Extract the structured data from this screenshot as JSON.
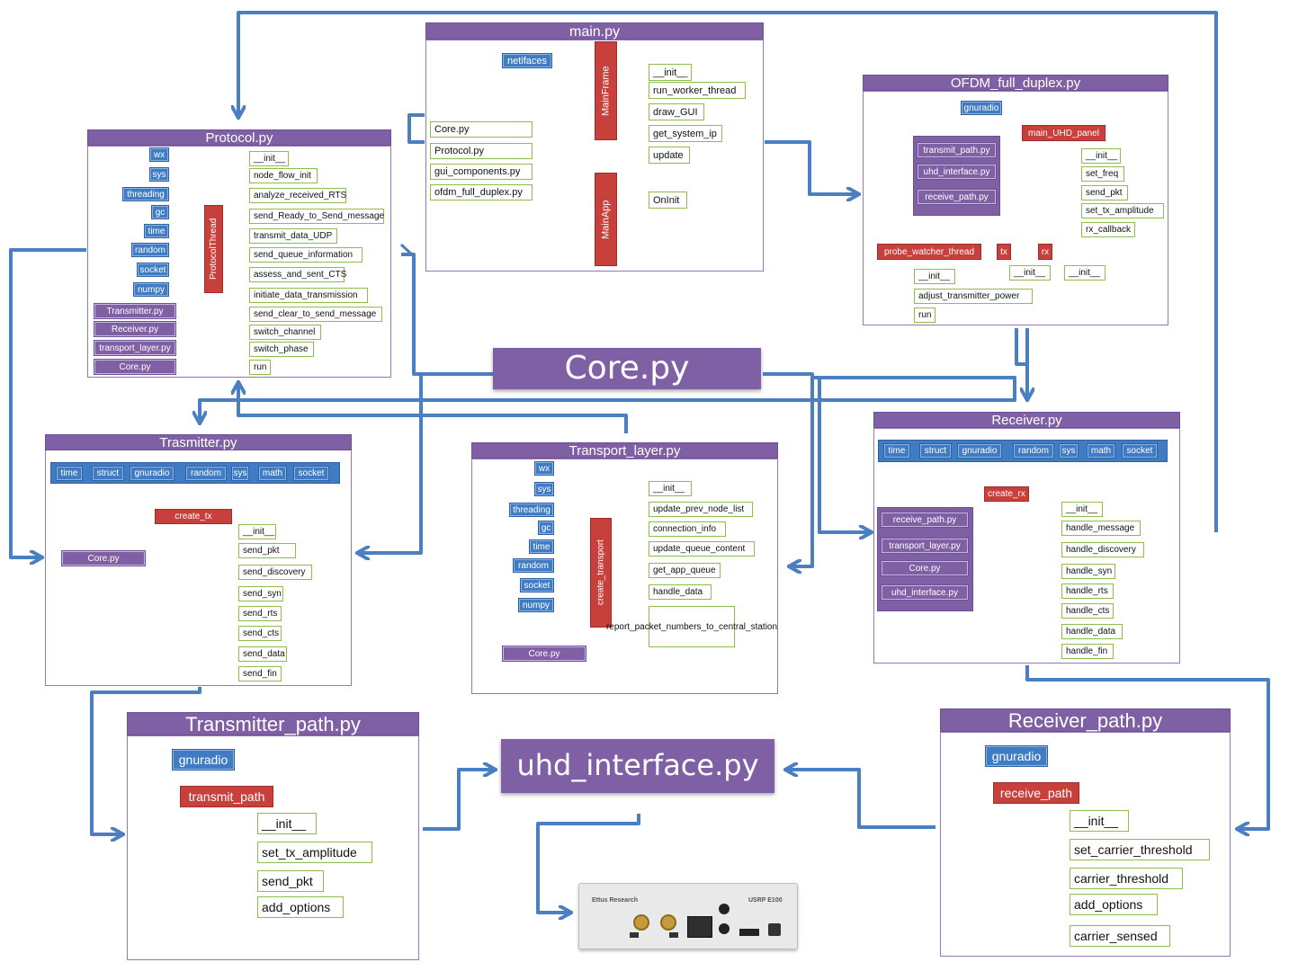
{
  "colors": {
    "arrow_blue": "#4a7fc1",
    "line_red": "#c8403c",
    "line_purple": "#6f4a8e",
    "line_lightblue": "#5fb0dc",
    "module_blue": "#3f7cc4",
    "dep_purple": "#8060a4",
    "class_red": "#c8403c",
    "func_green_border": "#8fbd4c"
  },
  "main": {
    "title": "main.py",
    "netifaces": "netifaces",
    "deps": [
      "Core.py",
      "Protocol.py",
      "gui_components.py",
      "ofdm_full_duplex.py"
    ],
    "mainframe": "MainFrame",
    "mainframe_funcs": [
      "__init__",
      "run_worker_thread",
      "draw_GUI",
      "get_system_ip",
      "update"
    ],
    "mainapp": "MainApp",
    "mainapp_funcs": [
      "OnInit"
    ]
  },
  "protocol": {
    "title": "Protocol.py",
    "modules": [
      "wx",
      "sys",
      "threading",
      "gc",
      "time",
      "random",
      "socket",
      "numpy"
    ],
    "deps": [
      "Transmitter.py",
      "Receiver.py",
      "transport_layer.py",
      "Core.py"
    ],
    "class": "ProtocolThread",
    "funcs": [
      "__init__",
      "node_flow_init",
      "analyze_received_RTS",
      "send_Ready_to_Send_message",
      "transmit_data_UDP",
      "send_queue_information",
      "assess_and_sent_CTS",
      "initiate_data_transmission",
      "send_clear_to_send_message",
      "switch_channel",
      "switch_phase",
      "run"
    ]
  },
  "ofdm": {
    "title": "OFDM_full_duplex.py",
    "gnuradio": "gnuradio",
    "deps": [
      "transmit_path.py",
      "uhd_interface.py",
      "receive_path.py"
    ],
    "panel": "main_UHD_panel",
    "panel_funcs": [
      "__init__",
      "set_freq",
      "send_pkt",
      "set_tx_amplitude",
      "rx_callback"
    ],
    "probe": "probe_watcher_thread",
    "probe_funcs": [
      "__init__",
      "adjust_transmitter_power",
      "run"
    ],
    "tx": "tx",
    "rx": "rx",
    "tx_init": "__init__",
    "rx_init": "__init__"
  },
  "core": {
    "title": "Core.py"
  },
  "transmitter": {
    "title": "Trasmitter.py",
    "modules": [
      "time",
      "struct",
      "gnuradio",
      "random",
      "sys",
      "math",
      "socket"
    ],
    "dep": "Core.py",
    "class": "create_tx",
    "funcs": [
      "__init__",
      "send_pkt",
      "send_discovery",
      "send_syn",
      "send_rts",
      "send_cts",
      "send_data",
      "send_fin"
    ]
  },
  "transport": {
    "title": "Transport_layer.py",
    "modules": [
      "wx",
      "sys",
      "threading",
      "gc",
      "time",
      "random",
      "socket",
      "numpy"
    ],
    "dep": "Core.py",
    "class": "create_transport",
    "funcs": [
      "__init__",
      "update_prev_node_list",
      "connection_info",
      "update_queue_content",
      "get_app_queue",
      "handle_data",
      "report_packet_numbers_to_central_station"
    ]
  },
  "receiver": {
    "title": "Receiver.py",
    "modules": [
      "time",
      "struct",
      "gnuradio",
      "random",
      "sys",
      "math",
      "socket"
    ],
    "deps": [
      "receive_path.py",
      "transport_layer.py",
      "Core.py",
      "uhd_interface.py"
    ],
    "class": "create_rx",
    "funcs": [
      "__init__",
      "handle_message",
      "handle_discovery",
      "handle_syn",
      "handle_rts",
      "handle_cts",
      "handle_data",
      "handle_fin"
    ]
  },
  "txpath": {
    "title": "Transmitter_path.py",
    "gnuradio": "gnuradio",
    "class": "transmit_path",
    "funcs": [
      "__init__",
      "set_tx_amplitude",
      "send_pkt",
      "add_options"
    ]
  },
  "uhd": {
    "title": "uhd_interface.py"
  },
  "rxpath": {
    "title": "Receiver_path.py",
    "gnuradio": "gnuradio",
    "class": "receive_path",
    "funcs": [
      "__init__",
      "set_carrier_threshold",
      "carrier_threshold",
      "add_options",
      "carrier_sensed"
    ]
  },
  "device": {
    "brand": "Ettus Research",
    "model": "USRP E100"
  }
}
